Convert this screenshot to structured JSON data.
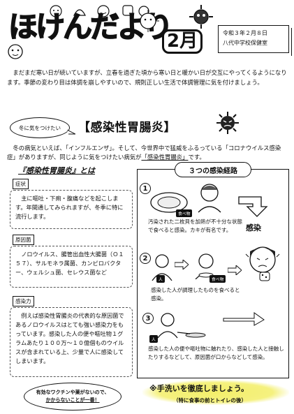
{
  "header": {
    "title": "ほけんだより",
    "month": "2月",
    "date": "令和３年２月８日",
    "issuer": "八代中学校保健室"
  },
  "intro": "まだまだ寒い日が続いていますが、立春を過ぎた頃から寒い日と暖かい日が交互にやってくるようになります。季節の変わり目は体調を崩しやすいので、規則正しい生活で体調管理に気を付けましょう。",
  "bubble": "冬に気をつけたい",
  "main_heading": "【感染性胃腸炎】",
  "intro2": {
    "part1": "冬の病気といえば、「インフルエンザ」。そして、今世界中で猛威をふるっている「コロナウイルス感染症」がありますが、同じように気をつけたい病気が",
    "underlined": "「感染性胃腸炎」",
    "part2": "です。"
  },
  "left_heading": "『感染性胃腸炎』とは",
  "sections": [
    {
      "label": "症状",
      "text": "主に嘔吐・下痢・腹痛などを起こします。年間通してみられますが、冬季に特に流行します。"
    },
    {
      "label": "原因菌",
      "text": "ノロウイルス、腸管出血性大腸菌（Ｏ１５７）、サルモネラ属菌、カンピロバクター、ウェルシュ菌、セレウス菌など"
    },
    {
      "label": "感染力",
      "text": "例えば感染性胃腸炎の代表的な原因菌であるノロウイルスはとても強い感染力をもっています。感染した人の便や嘔吐物１グラムあたり１００万～１０億個ものウイルスが含まれている上、少量で人に感染してしまいます。"
    }
  ],
  "bottom_bubble": {
    "line1": "有効なワクチンや薬がないので、",
    "line2": "かからないことが一番！"
  },
  "route": {
    "title": "３つの感染経路",
    "steps": [
      {
        "num": "1",
        "tag": "食べ物",
        "text": "汚染された二枚貝を加熱が不十分な状態で食べると感染。カキが有名です。"
      },
      {
        "num": "2",
        "tag_person": "人",
        "tag": "食べ物",
        "text": "感染した人が調理したものを食べると感染。"
      },
      {
        "num": "3",
        "tag": "人",
        "text": "感染した人の便や嘔吐物に触れたり、感染した人と接触したりするなどして、原因菌が口からなどして感染。"
      }
    ],
    "result": "感染"
  },
  "handwash": {
    "main": "※手洗いを徹底しましょう。",
    "sub": "（特に食事の前とトイレの後）"
  },
  "colors": {
    "highlight": "#f3ee6a",
    "ink": "#111111"
  }
}
